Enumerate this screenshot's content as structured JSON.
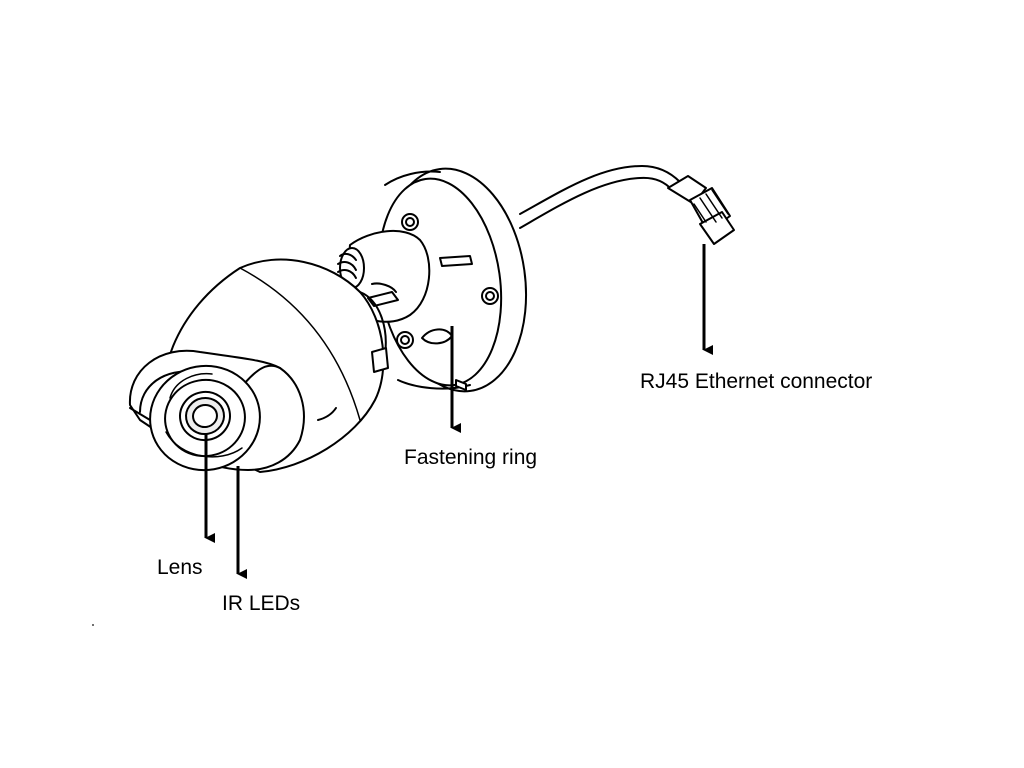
{
  "labels": {
    "rj45": "RJ45 Ethernet connector",
    "fastening_ring": "Fastening ring",
    "lens": "Lens",
    "ir_leds": "IR LEDs"
  },
  "colors": {
    "line": "#000000",
    "background": "#ffffff"
  }
}
